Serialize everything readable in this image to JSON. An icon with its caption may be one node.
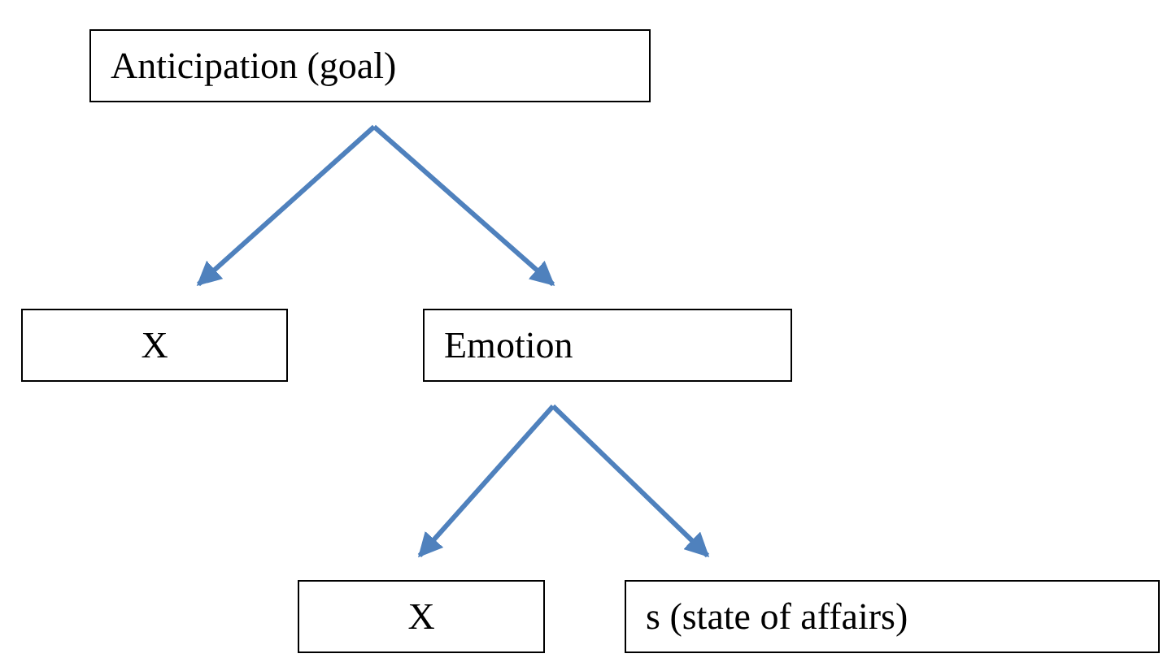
{
  "diagram": {
    "nodes": [
      {
        "text": [
          "Anticipation (goal)"
        ]
      },
      {
        "text": [
          "X"
        ]
      },
      {
        "text": [
          "Emotion"
        ]
      },
      {
        "text": [
          "X"
        ]
      },
      {
        "text": [
          "s (state of affairs)"
        ]
      }
    ],
    "edges": [
      {
        "from": 0,
        "to": 1,
        "arrow": "to"
      },
      {
        "from": 0,
        "to": 2,
        "arrow": "to"
      },
      {
        "from": 2,
        "to": 3,
        "arrow": "to"
      },
      {
        "from": 2,
        "to": 4,
        "arrow": "to"
      }
    ]
  }
}
